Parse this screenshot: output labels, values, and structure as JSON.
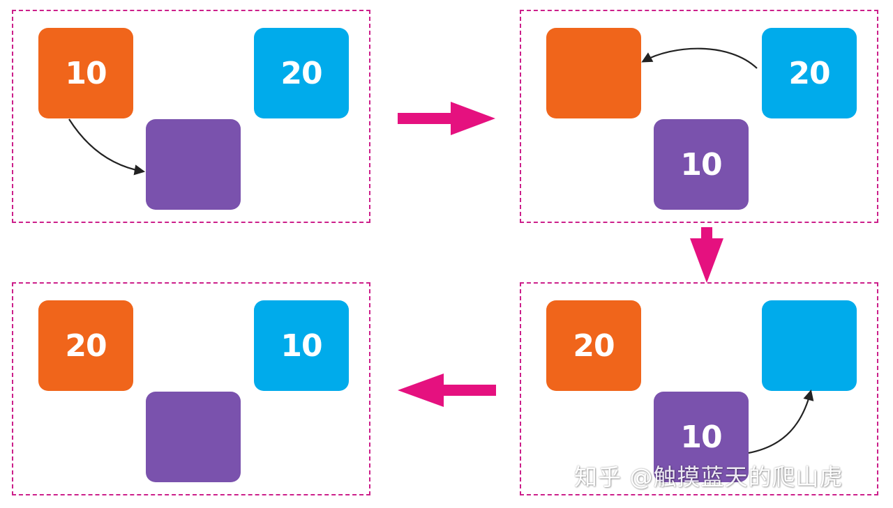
{
  "colors": {
    "orange": "#f0651b",
    "blue": "#00abeb",
    "purple": "#7a52ad",
    "border": "#cc1f8a",
    "flow_arrow": "#e5117f",
    "curve_arrow": "#222222"
  },
  "panels": [
    {
      "orange": "10",
      "blue": "20",
      "purple": ""
    },
    {
      "orange": "",
      "blue": "20",
      "purple": "10"
    },
    {
      "orange": "20",
      "blue": "",
      "purple": "10"
    },
    {
      "orange": "20",
      "blue": "10",
      "purple": ""
    }
  ],
  "watermark": "知乎 @触摸蓝天的爬山虎"
}
